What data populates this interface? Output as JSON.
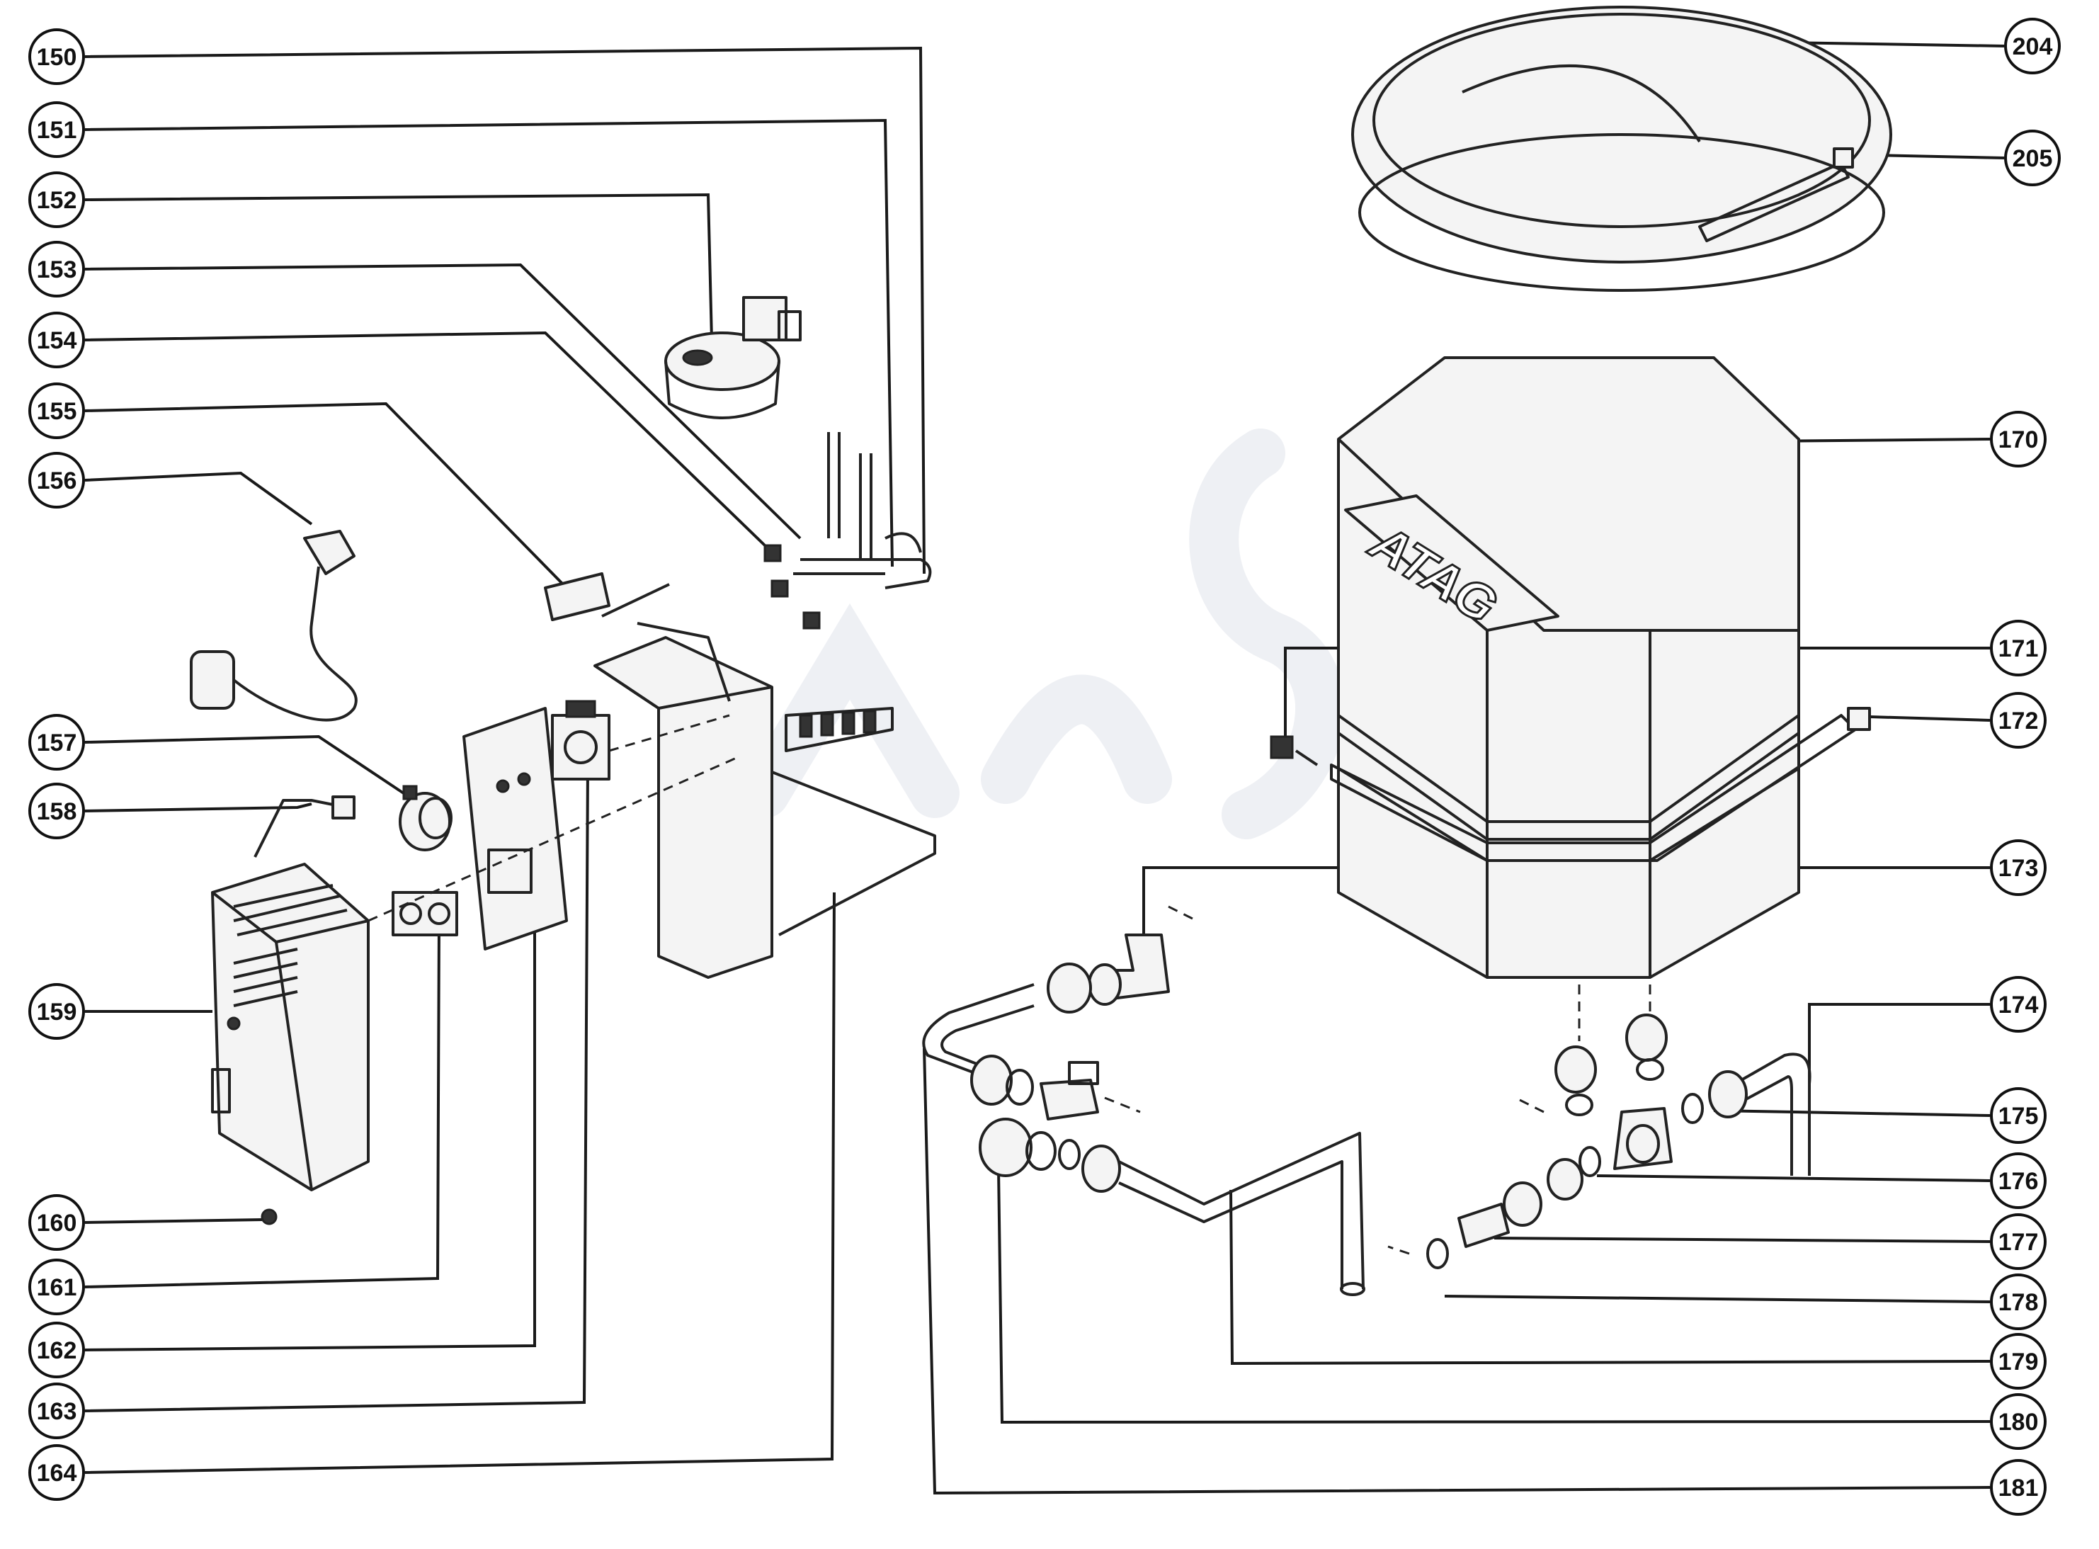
{
  "brand": {
    "logo_text": "ATAG"
  },
  "callouts": [
    {
      "id": "150",
      "label": "150"
    },
    {
      "id": "151",
      "label": "151"
    },
    {
      "id": "152",
      "label": "152"
    },
    {
      "id": "153",
      "label": "153"
    },
    {
      "id": "154",
      "label": "154"
    },
    {
      "id": "155",
      "label": "155"
    },
    {
      "id": "156",
      "label": "156"
    },
    {
      "id": "157",
      "label": "157"
    },
    {
      "id": "158",
      "label": "158"
    },
    {
      "id": "159",
      "label": "159"
    },
    {
      "id": "160",
      "label": "160"
    },
    {
      "id": "161",
      "label": "161"
    },
    {
      "id": "162",
      "label": "162"
    },
    {
      "id": "163",
      "label": "163"
    },
    {
      "id": "164",
      "label": "164"
    },
    {
      "id": "204",
      "label": "204"
    },
    {
      "id": "205",
      "label": "205"
    },
    {
      "id": "170",
      "label": "170"
    },
    {
      "id": "171",
      "label": "171"
    },
    {
      "id": "172",
      "label": "172"
    },
    {
      "id": "173",
      "label": "173"
    },
    {
      "id": "174",
      "label": "174"
    },
    {
      "id": "175",
      "label": "175"
    },
    {
      "id": "176",
      "label": "176"
    },
    {
      "id": "177",
      "label": "177"
    },
    {
      "id": "178",
      "label": "178"
    },
    {
      "id": "179",
      "label": "179"
    },
    {
      "id": "180",
      "label": "180"
    },
    {
      "id": "181",
      "label": "181"
    }
  ]
}
